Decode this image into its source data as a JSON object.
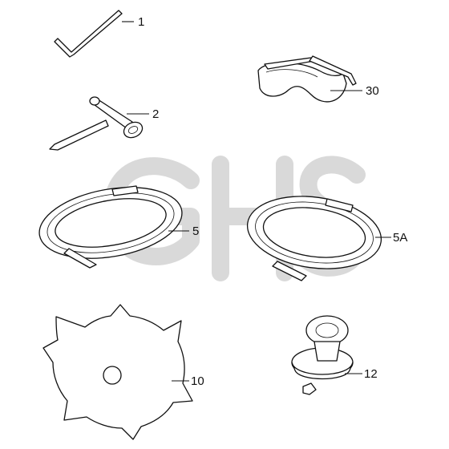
{
  "diagram": {
    "watermark": "GHS",
    "parts": [
      {
        "id": "allen-key",
        "label": "1"
      },
      {
        "id": "box-spanner",
        "label": "2"
      },
      {
        "id": "safety-glasses",
        "label": "30"
      },
      {
        "id": "blade-guard-a",
        "label": "5"
      },
      {
        "id": "blade-guard-b",
        "label": "5A"
      },
      {
        "id": "brush-cutter-blade",
        "label": "10"
      },
      {
        "id": "nylon-head",
        "label": "12"
      }
    ]
  },
  "colors": {
    "ink": "#111111",
    "watermark": "#d9d9d9",
    "background": "#ffffff"
  }
}
